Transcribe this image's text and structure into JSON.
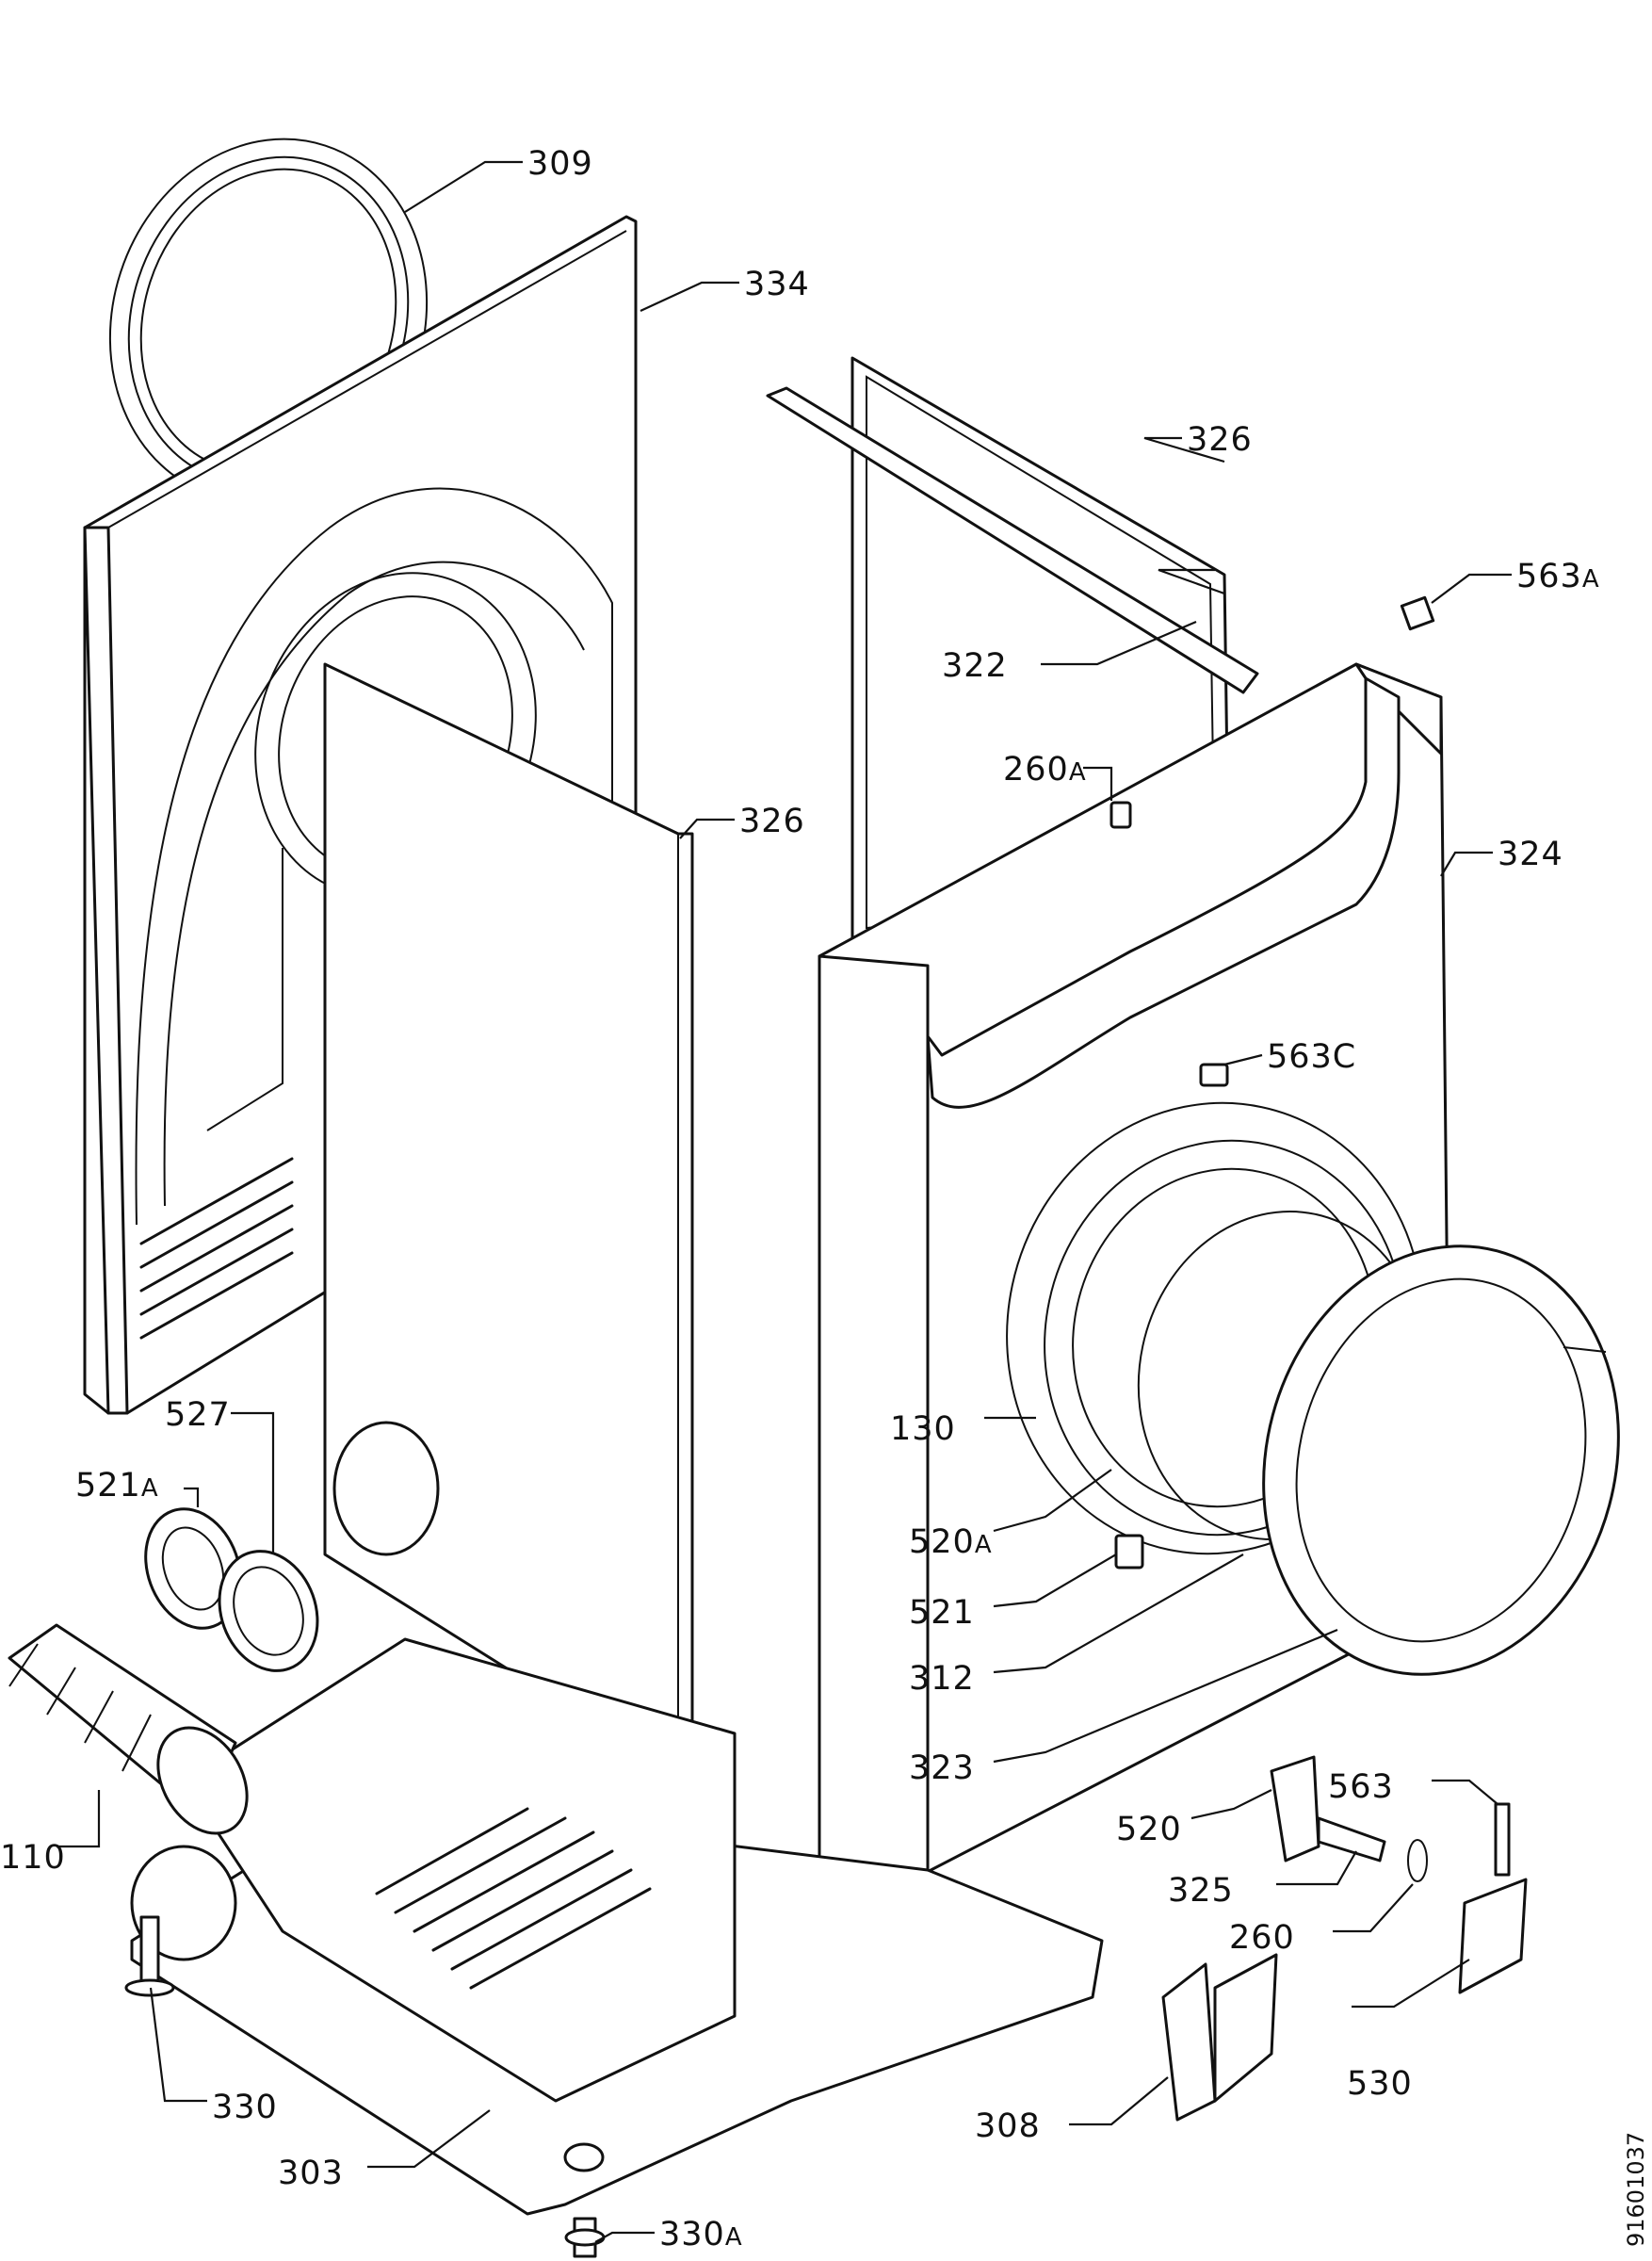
{
  "diagram": {
    "labels": {
      "p309": "309",
      "p334": "334",
      "p326_top": "326",
      "p563a_num": "563",
      "p563a_suffix": "A",
      "p322": "322",
      "p260a_num": "260",
      "p260a_suffix": "A",
      "p326_mid": "326",
      "p324": "324",
      "p563c": "563C",
      "p527": "527",
      "p521a_num": "521",
      "p521a_suffix": "A",
      "p130": "130",
      "p520a_num": "520",
      "p520a_suffix": "A",
      "p521": "521",
      "p312": "312",
      "p323": "323",
      "p110": "110",
      "p563": "563",
      "p520": "520",
      "p325": "325",
      "p260": "260",
      "p330": "330",
      "p530": "530",
      "p308": "308",
      "p303": "303",
      "p330a_num": "330",
      "p330a_suffix": "A"
    },
    "drawing_number": "91601037"
  }
}
